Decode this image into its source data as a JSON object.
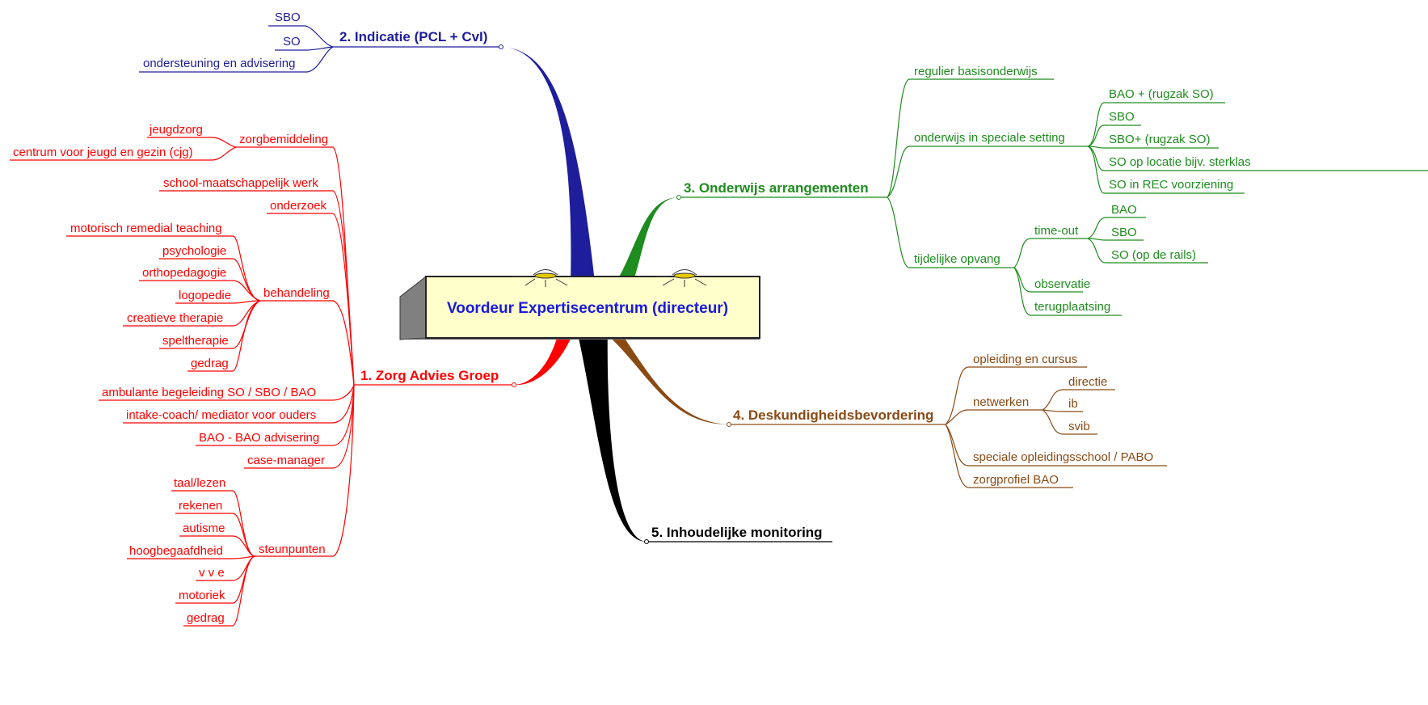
{
  "center": {
    "title": "Voordeur Expertisecentrum (directeur)",
    "color": "#1a1adc"
  },
  "colors": {
    "zorg": "#ff0000",
    "indicatie": "#1e1e9c",
    "onderwijs": "#1e8c1e",
    "deskundigheid": "#8a4a14",
    "monitoring": "#000000",
    "center_fill": "#ffffcc",
    "center_side": "#808080"
  },
  "branches": {
    "zorg": {
      "label": "1.  Zorg Advies Groep",
      "children": {
        "zorgbemiddeling": {
          "label": "zorgbemiddeling",
          "children": [
            "jeugdzorg",
            "centrum voor jeugd en gezin (cjg)"
          ]
        },
        "school_maatschappelijk": "school-maatschappelijk werk",
        "onderzoek": "onderzoek",
        "behandeling": {
          "label": "behandeling",
          "children": [
            "motorisch remedial teaching",
            "psychologie",
            "orthopedagogie",
            "logopedie",
            "creatieve therapie",
            "speltherapie",
            "gedrag"
          ]
        },
        "ambulante": "ambulante begeleiding SO / SBO / BAO",
        "intake": "intake-coach/ mediator voor ouders",
        "bao_advisering": "BAO - BAO advisering",
        "case_manager": "case-manager",
        "steunpunten": {
          "label": "steunpunten",
          "children": [
            "taal/lezen",
            "rekenen",
            "autisme",
            "hoogbegaafdheid",
            "v v e",
            "motoriek",
            "gedrag"
          ]
        }
      }
    },
    "indicatie": {
      "label": "2.  Indicatie (PCL + CvI)",
      "children": [
        "SBO",
        "SO",
        "ondersteuning en advisering"
      ]
    },
    "onderwijs": {
      "label": "3.  Onderwijs arrangementen",
      "children": {
        "regulier": "regulier basisonderwijs",
        "speciale_setting": {
          "label": "onderwijs in speciale setting",
          "children": [
            "BAO + (rugzak SO)",
            "SBO",
            "SBO+ (rugzak SO)",
            "SO op locatie bijv. sterklas",
            "SO in REC voorziening"
          ]
        },
        "tijdelijke": {
          "label": "tijdelijke opvang",
          "timeout": {
            "label": "time-out",
            "children": [
              "BAO",
              "SBO",
              "SO (op de rails)"
            ]
          },
          "observatie": "observatie",
          "terugplaatsing": "terugplaatsing"
        }
      }
    },
    "deskundigheid": {
      "label": "4.  Deskundigheidsbevordering",
      "children": {
        "opleiding": "opleiding en cursus",
        "netwerken": {
          "label": "netwerken",
          "children": [
            "directie",
            "ib",
            "svib"
          ]
        },
        "opleidingsschool": "speciale opleidingsschool / PABO",
        "zorgprofiel": "zorgprofiel BAO"
      }
    },
    "monitoring": {
      "label": "5.  Inhoudelijke monitoring"
    }
  }
}
